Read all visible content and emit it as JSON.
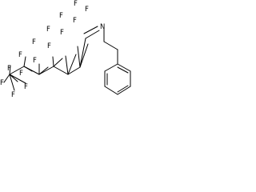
{
  "molecule": {
    "colors": {
      "bond": "#000000",
      "text": "#000000"
    },
    "atoms": [
      {
        "id": "f1",
        "text": "F"
      },
      {
        "id": "f2",
        "text": "F"
      },
      {
        "id": "f3",
        "text": "F"
      },
      {
        "id": "f4",
        "text": "F"
      },
      {
        "id": "f5",
        "text": "F"
      },
      {
        "id": "f6",
        "text": "F"
      },
      {
        "id": "f7",
        "text": "F"
      },
      {
        "id": "f8",
        "text": "F"
      },
      {
        "id": "f9",
        "text": "F"
      },
      {
        "id": "f10",
        "text": "F"
      },
      {
        "id": "f11",
        "text": "F"
      },
      {
        "id": "f12",
        "text": "F"
      },
      {
        "id": "f13",
        "text": "F"
      },
      {
        "id": "f14",
        "text": "F"
      },
      {
        "id": "f15",
        "text": "F"
      },
      {
        "id": "n1",
        "text": "N"
      }
    ]
  }
}
